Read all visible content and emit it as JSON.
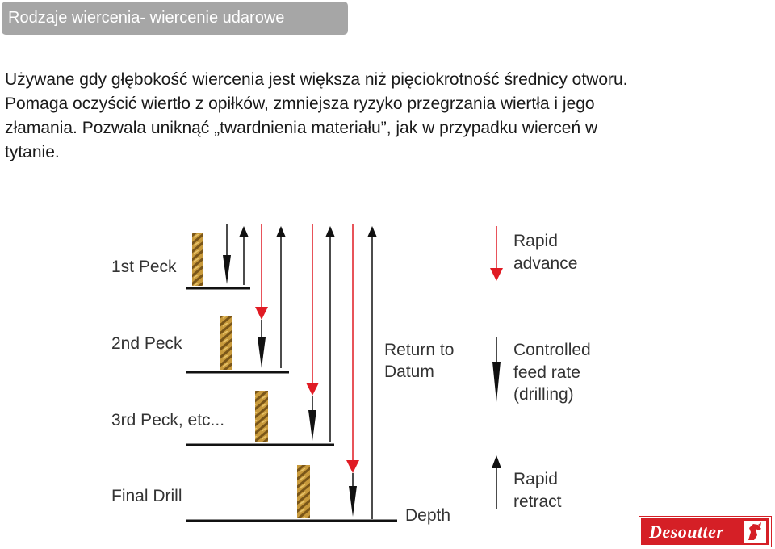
{
  "header": {
    "title": "Rodzaje  wiercenia- wiercenie udarowe"
  },
  "body": {
    "lines": [
      "Używane gdy głębokość wiercenia jest większa niż pięciokrotność średnicy otworu.",
      "Pomaga oczyścić wiertło z opiłków, zmniejsza ryzyko przegrzania wiertła i jego",
      "złamania. Pozwala uniknąć „twardnienia materiału”, jak w przypadku wierceń w",
      "tytanie."
    ]
  },
  "diagram": {
    "pecks": [
      "1st Peck",
      "2nd Peck",
      "3rd Peck, etc...",
      "Final Drill"
    ],
    "return_label": [
      "Return to",
      "Datum"
    ],
    "depth_label": "Depth",
    "legend": {
      "rapid_advance": [
        "Rapid",
        "advance"
      ],
      "controlled_feed": [
        "Controlled",
        "feed rate",
        "(drilling)"
      ],
      "rapid_retract": [
        "Rapid",
        "retract"
      ]
    },
    "colors": {
      "rapid_advance": "#e01b24",
      "feed": "#111111",
      "retract": "#111111",
      "bit": "#b8892e"
    }
  },
  "logo": {
    "text": "Desoutter"
  }
}
